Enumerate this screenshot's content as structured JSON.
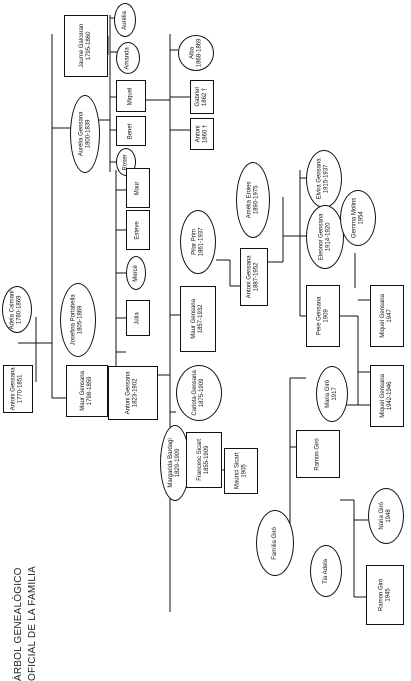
{
  "title": {
    "line1": "ÀRBOL GENEALÒGICO",
    "line2": "OFICIAL DE LA FAMILIA"
  },
  "people": [
    {
      "id": "antoni_1770",
      "name": "Antoni Gensana",
      "dates": "1770-1851",
      "shape": "rect"
    },
    {
      "id": "adela_caimani",
      "name": "Adela Caimani",
      "dates": "1780-1869",
      "shape": "oval"
    },
    {
      "id": "maur_1798",
      "name": "Maur Gensana",
      "dates": "1798-1859",
      "shape": "rect"
    },
    {
      "id": "josefina",
      "name": "Josefina Portabella",
      "dates": "1805-1869",
      "shape": "oval"
    },
    {
      "id": "aurelia",
      "name": "Aurèlia Gensana",
      "dates": "1800-1839",
      "shape": "oval"
    },
    {
      "id": "jaume",
      "name": "Jaume Galceran",
      "dates": "1795-1860",
      "shape": "rect"
    },
    {
      "id": "aurelia_child",
      "name": "Aurèlia",
      "dates": "",
      "shape": "oval"
    },
    {
      "id": "amanda",
      "name": "Amanda",
      "dates": "",
      "shape": "oval"
    },
    {
      "id": "miquel_c",
      "name": "Miquel",
      "dates": "",
      "shape": "rect"
    },
    {
      "id": "benet",
      "name": "Benet",
      "dates": "",
      "shape": "rect"
    },
    {
      "id": "roser",
      "name": "Roser",
      "dates": "",
      "shape": "oval"
    },
    {
      "id": "alba",
      "name": "Alba",
      "dates": "1868-1869",
      "shape": "oval"
    },
    {
      "id": "gabriel",
      "name": "Gabriel",
      "dates": "1862 †",
      "shape": "rect"
    },
    {
      "id": "antoni_1860",
      "name": "Antoni",
      "dates": "1860 †",
      "shape": "rect"
    },
    {
      "id": "maur_c",
      "name": "Maur",
      "dates": "",
      "shape": "rect"
    },
    {
      "id": "esteve",
      "name": "Esteve",
      "dates": "",
      "shape": "rect"
    },
    {
      "id": "merce",
      "name": "Mercè",
      "dates": "",
      "shape": "oval"
    },
    {
      "id": "julia",
      "name": "Júlia",
      "dates": "",
      "shape": "rect"
    },
    {
      "id": "antoni_1823",
      "name": "Antoni Gensana",
      "dates": "1823-1902",
      "shape": "rect"
    },
    {
      "id": "margarida",
      "name": "Margarida Bardagi",
      "dates": "1829-1909",
      "shape": "oval"
    },
    {
      "id": "pilar",
      "name": "Pilar Prim",
      "dates": "1861-1937",
      "shape": "oval"
    },
    {
      "id": "maur_1857",
      "name": "Maur Gensana",
      "dates": "1857-1932",
      "shape": "rect"
    },
    {
      "id": "carlota",
      "name": "Carlota Gensana",
      "dates": "1875-1909",
      "shape": "oval"
    },
    {
      "id": "francesc",
      "name": "Francesc Sicart",
      "dates": "1855-1909",
      "shape": "rect"
    },
    {
      "id": "maurici",
      "name": "Maurici Sicart",
      "dates": "1905",
      "shape": "rect"
    },
    {
      "id": "amelia",
      "name": "Amèlia Eroles",
      "dates": "1890-1975",
      "shape": "oval"
    },
    {
      "id": "antoni_1887",
      "name": "Antoni Gensana",
      "dates": "1887-1952",
      "shape": "rect"
    },
    {
      "id": "elvira",
      "name": "Elvira Gensana",
      "dates": "1915-1937",
      "shape": "oval"
    },
    {
      "id": "eleonor",
      "name": "Eleonor Gensana",
      "dates": "1914-1920",
      "shape": "oval"
    },
    {
      "id": "pere",
      "name": "Pere Gensana",
      "dates": "1909",
      "shape": "rect"
    },
    {
      "id": "gemma",
      "name": "Gemma Molins",
      "dates": "1954",
      "shape": "oval"
    },
    {
      "id": "miquel_1947",
      "name": "Miquel Gensana",
      "dates": "1947",
      "shape": "rect"
    },
    {
      "id": "miquel_1942",
      "name": "Miquel Gensana",
      "dates": "1942-1946",
      "shape": "rect"
    },
    {
      "id": "maria_giro",
      "name": "Maria Giró",
      "dates": "1917",
      "shape": "oval"
    },
    {
      "id": "ramon_giro",
      "name": "Ramon Giró",
      "dates": "",
      "shape": "rect"
    },
    {
      "id": "familia_giro",
      "name": "Família Giró",
      "dates": "",
      "shape": "oval"
    },
    {
      "id": "tia_adela",
      "name": "Tia Adela",
      "dates": "",
      "shape": "oval"
    },
    {
      "id": "nuria",
      "name": "Núria Giró",
      "dates": "1948",
      "shape": "oval"
    },
    {
      "id": "ramon_1945",
      "name": "Ramon Giró",
      "dates": "1945",
      "shape": "rect"
    }
  ]
}
